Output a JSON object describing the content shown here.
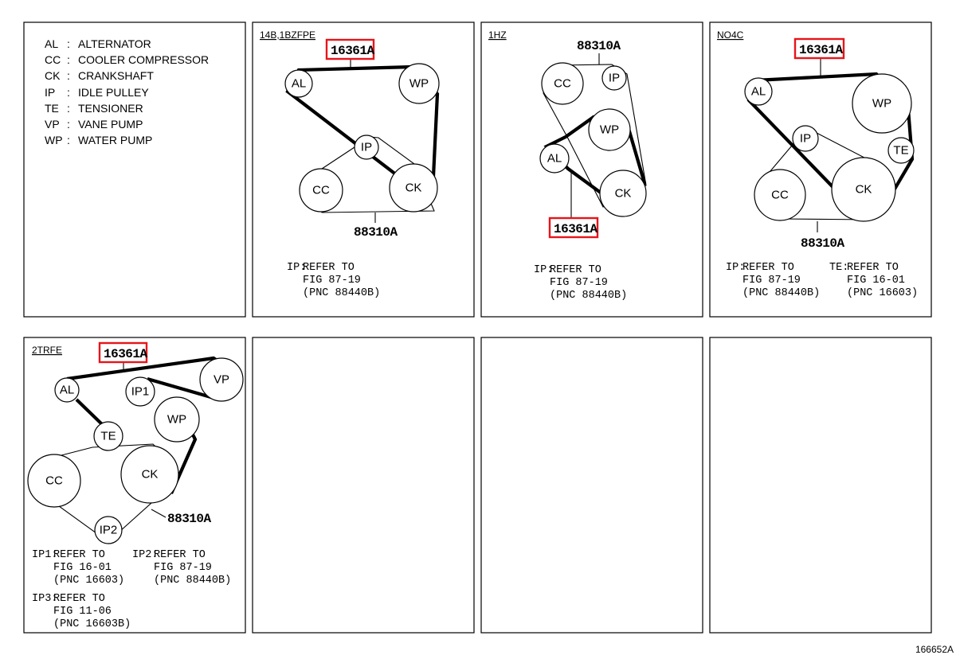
{
  "legend": [
    {
      "abbr": "AL",
      "sep": ":",
      "name": "ALTERNATOR"
    },
    {
      "abbr": "CC",
      "sep": ":",
      "name": "COOLER COMPRESSOR"
    },
    {
      "abbr": "CK",
      "sep": ":",
      "name": "CRANKSHAFT"
    },
    {
      "abbr": "IP",
      "sep": ":",
      "name": "IDLE PULLEY"
    },
    {
      "abbr": "TE",
      "sep": ":",
      "name": "TENSIONER"
    },
    {
      "abbr": "VP",
      "sep": ":",
      "name": "VANE PUMP"
    },
    {
      "abbr": "WP",
      "sep": ":",
      "name": "WATER PUMP"
    }
  ],
  "panels": {
    "p2": {
      "engine": "14B,1BZFPE",
      "belt_thick_part": "16361A",
      "belt_thin_part": "88310A",
      "pulleys": {
        "al": "AL",
        "wp": "WP",
        "ip": "IP",
        "cc": "CC",
        "ck": "CK"
      },
      "notes": [
        {
          "key": "IP:",
          "lines": [
            "REFER TO",
            "FIG 87-19",
            "(PNC 88440B)"
          ]
        }
      ]
    },
    "p3": {
      "engine": "1HZ",
      "belt_thick_part": "16361A",
      "belt_thin_part": "88310A",
      "pulleys": {
        "cc": "CC",
        "ip": "IP",
        "wp": "WP",
        "al": "AL",
        "ck": "CK"
      },
      "notes": [
        {
          "key": "IP:",
          "lines": [
            "REFER TO",
            "FIG 87-19",
            "(PNC 88440B)"
          ]
        }
      ]
    },
    "p4": {
      "engine": "NO4C",
      "belt_thick_part": "16361A",
      "belt_thin_part": "88310A",
      "pulleys": {
        "al": "AL",
        "wp": "WP",
        "ip": "IP",
        "te": "TE",
        "cc": "CC",
        "ck": "CK"
      },
      "notes": [
        {
          "key": "IP:",
          "lines": [
            "REFER TO",
            "FIG 87-19",
            "(PNC 88440B)"
          ]
        },
        {
          "key": "TE:",
          "lines": [
            "REFER TO",
            "FIG 16-01",
            "(PNC 16603)"
          ]
        }
      ]
    },
    "p5": {
      "engine": "2TRFE",
      "belt_thick_part": "16361A",
      "belt_thin_part": "88310A",
      "pulleys": {
        "al": "AL",
        "ip1": "IP1",
        "vp": "VP",
        "wp": "WP",
        "te": "TE",
        "cc": "CC",
        "ck": "CK",
        "ip2": "IP2"
      },
      "notes": [
        {
          "key": "IP1:",
          "lines": [
            "REFER TO",
            "FIG 16-01",
            "(PNC 16603)"
          ]
        },
        {
          "key": "IP2:",
          "lines": [
            "REFER TO",
            "FIG 87-19",
            "(PNC 88440B)"
          ]
        },
        {
          "key": "IP3:",
          "lines": [
            "REFER TO",
            "FIG 11-06",
            "(PNC 16603B)"
          ]
        }
      ]
    }
  },
  "figure_code": "166652A",
  "colors": {
    "highlight": "#e8141a",
    "line": "#000000",
    "background": "#ffffff"
  }
}
